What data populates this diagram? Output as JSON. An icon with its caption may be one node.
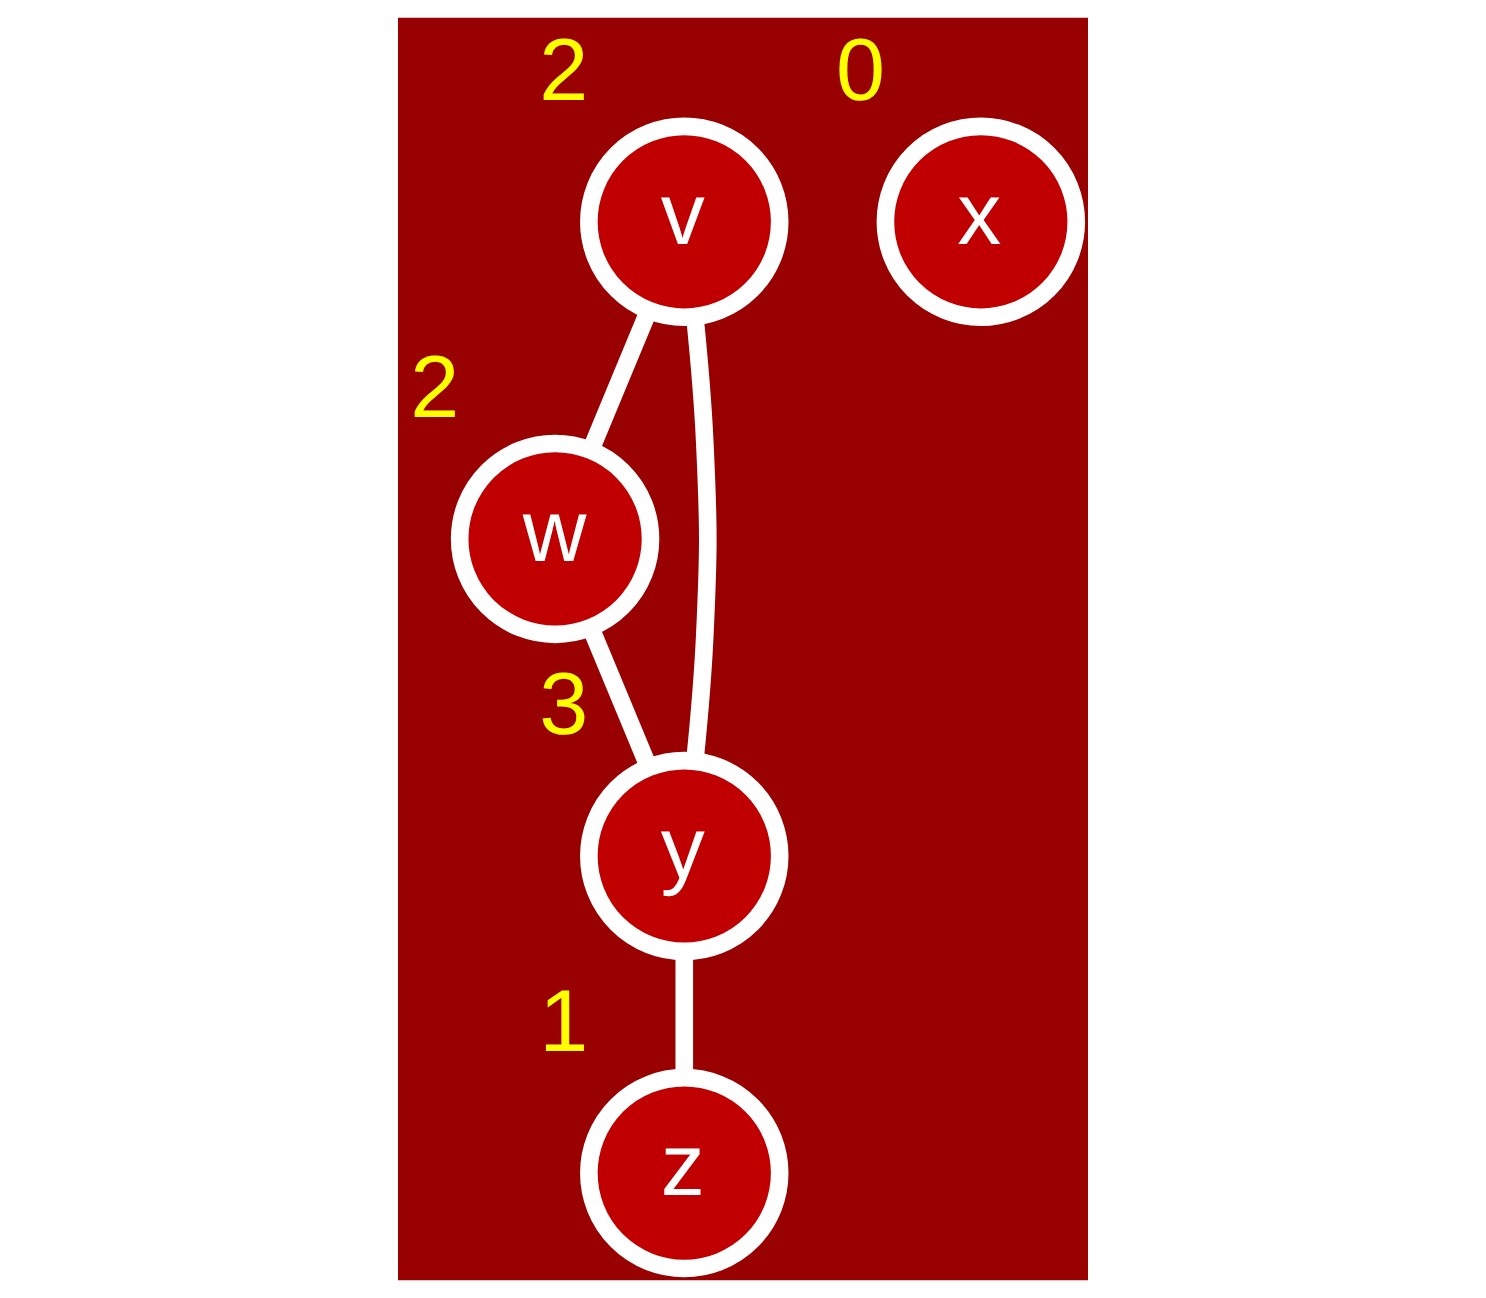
{
  "diagram": {
    "nodes": [
      {
        "text": [
          "v"
        ],
        "beside": [
          "2"
        ]
      },
      {
        "text": [
          "w"
        ],
        "beside": [
          "2"
        ]
      },
      {
        "text": [
          "x"
        ],
        "beside": [
          "0"
        ]
      },
      {
        "text": [
          "y"
        ],
        "beside": [
          "3"
        ]
      },
      {
        "text": [
          "z"
        ],
        "beside": [
          "1"
        ]
      }
    ],
    "edges": [
      {
        "from": 0,
        "to": 1,
        "arrow": "none"
      },
      {
        "from": 0,
        "to": 3,
        "arrow": "none"
      },
      {
        "from": 1,
        "to": 3,
        "arrow": "none"
      },
      {
        "from": 3,
        "to": 4,
        "arrow": "none"
      }
    ]
  }
}
